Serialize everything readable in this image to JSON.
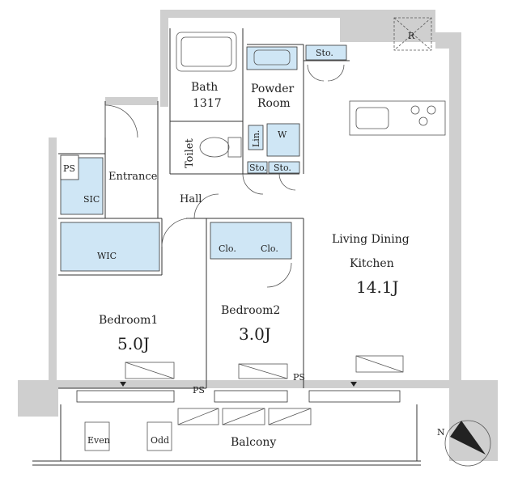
{
  "rooms": {
    "ldk": {
      "name_line1": "Living Dining",
      "name_line2": "Kitchen",
      "size": "14.1J"
    },
    "bedroom1": {
      "name": "Bedroom1",
      "size": "5.0J"
    },
    "bedroom2": {
      "name": "Bedroom2",
      "size": "3.0J"
    },
    "bath": {
      "name": "Bath",
      "size": "1317"
    },
    "powder": {
      "line1": "Powder",
      "line2": "Room"
    },
    "toilet": "Toilet",
    "entrance": "Entrance",
    "hall": "Hall",
    "balcony": "Balcony"
  },
  "storage": {
    "sic": "SIC",
    "wic": "WIC",
    "ps_top": "PS",
    "ps_bottom_left": "PS",
    "ps_bottom_right": "PS",
    "sto_top": "Sto.",
    "sto_1": "Sto.",
    "sto_2": "Sto.",
    "clo_1": "Clo.",
    "clo_2": "Clo.",
    "lin": "Lin.",
    "washer": "W",
    "fridge": "R"
  },
  "balcony_units": {
    "even": "Even",
    "odd": "Odd"
  },
  "compass": {
    "label": "N"
  }
}
